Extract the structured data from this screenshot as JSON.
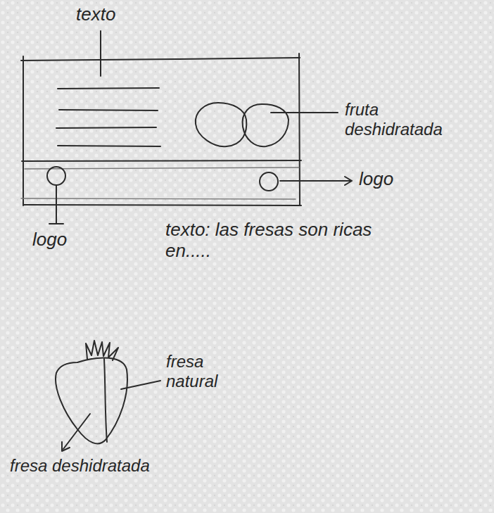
{
  "diagram": {
    "labels": [
      "texto",
      "fruta deshidratada",
      "logo",
      "logo",
      "texto: las fresas son ricas en.....",
      "fresa natural",
      "fresa deshidratada"
    ]
  }
}
